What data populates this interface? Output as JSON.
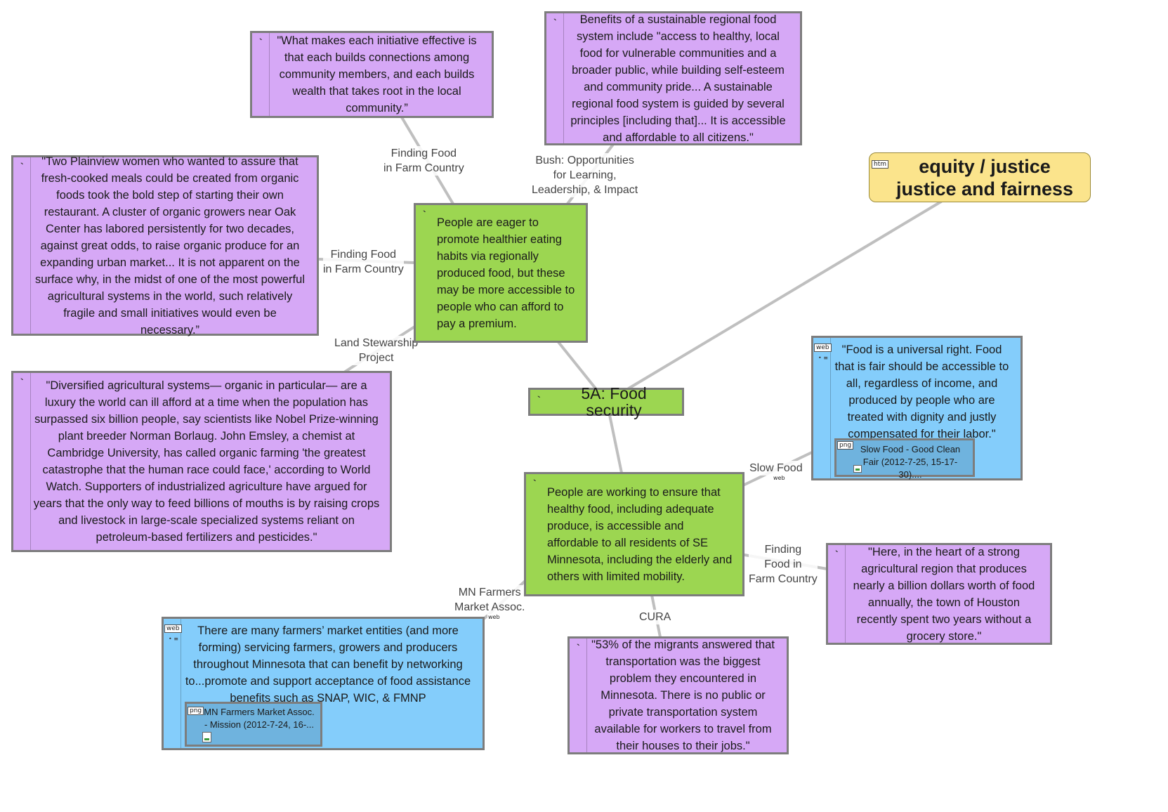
{
  "nodes": {
    "center": {
      "text": "5A: Food security"
    },
    "green_top": {
      "text": "People are eager to promote healthier eating habits via regionally produced food, but these may be more accessible to people who can afford to pay a premium."
    },
    "green_bottom": {
      "text": "People are working to ensure that healthy food, including adequate produce, is accessible and affordable to all residents of SE Minnesota, including the elderly and others with limited mobility."
    },
    "equity": {
      "line1": "equity / justice",
      "line2": "justice and fairness",
      "badge": "htm"
    },
    "q_initiative": {
      "text": "\"What makes each initiative effective is that each builds connections among community members, and each builds wealth that takes root in the local community.”"
    },
    "q_benefits": {
      "text": "Benefits of a sustainable regional food system include \"access to healthy, local food for vulnerable communities and a broader public, while building self-esteem and community pride... A sustainable regional food system is guided by several principles [including that]... It is accessible and affordable to all citizens.\""
    },
    "q_plainview": {
      "text": "\"Two Plainview women who wanted to assure that fresh-cooked meals could be created from organic foods took the bold step of starting their own restaurant. A cluster of organic growers near Oak Center has labored persistently for two decades, against great odds, to raise organic produce for an expanding urban market... It is not apparent on the surface why, in the midst of one of the most powerful agricultural systems in the world, such relatively fragile and small initiatives would even be necessary.”"
    },
    "q_diversified": {
      "text": "\"Diversified agricultural systems— organic in particular— are a luxury the world can ill afford at a time when the population has surpassed six billion people, say scientists like Nobel Prize-winning plant breeder Norman Borlaug. John Emsley, a chemist at Cambridge University, has called organic farming 'the greatest catastrophe that the human race could face,'  according to World Watch. Supporters of industrialized agriculture have argued for years that the only way to feed billions of mouths is by raising crops and livestock in large-scale specialized systems reliant on petroleum-based fertilizers and pesticides.\""
    },
    "q_universal": {
      "text": "\"Food is a universal right. Food that is fair should be accessible to all, regardless of income, and produced by people who are treated with dignity and justly compensated for their labor.\"",
      "badge": "web",
      "thumb_badge": "png",
      "thumb_caption": "Slow Food - Good Clean Fair (2012-7-25, 15-17-30)...."
    },
    "q_houston": {
      "text": "\"Here, in the heart of a strong agricultural region that produces nearly a billion dollars worth of food annually, the town of Houston recently spent two years without a grocery store.\""
    },
    "q_migrants": {
      "text": "\"53% of the migrants answered that transportation was the biggest problem they encountered in Minnesota. There is no public or private transportation system available for workers to travel from their houses to their jobs.\""
    },
    "q_farmers": {
      "text": "There are many farmers’ market entities (and more forming) servicing farmers, growers and producers throughout Minnesota that can benefit by networking to...promote and support acceptance of food assistance benefits such as SNAP, WIC, & FMNP",
      "badge": "web",
      "thumb_badge": "png",
      "thumb_caption": "MN Farmers Market Assoc. - Mission (2012-7-24, 16-..."
    }
  },
  "edge_labels": {
    "ffc_top": "Finding Food\nin Farm Country",
    "bush": "Bush: Opportunities\nfor Learning,\nLeadership, & Impact",
    "ffc_left": "Finding Food\nin Farm Country",
    "land": "Land Stewarship\nProject",
    "slow": "Slow Food",
    "slow_badge": "web",
    "ffc_right": "Finding\nFood in\nFarm Country",
    "cura": "CURA",
    "mnfma": "MN Farmers\nMarket Assoc.",
    "mnfma_badge": "web"
  },
  "colors": {
    "quote_node": "#d6a8f6",
    "claim_node": "#9cd651",
    "web_node": "#84cdfb",
    "topic_node": "#fbe48c",
    "node_border": "#7d7d7d",
    "link_line": "#bfbfbf"
  }
}
